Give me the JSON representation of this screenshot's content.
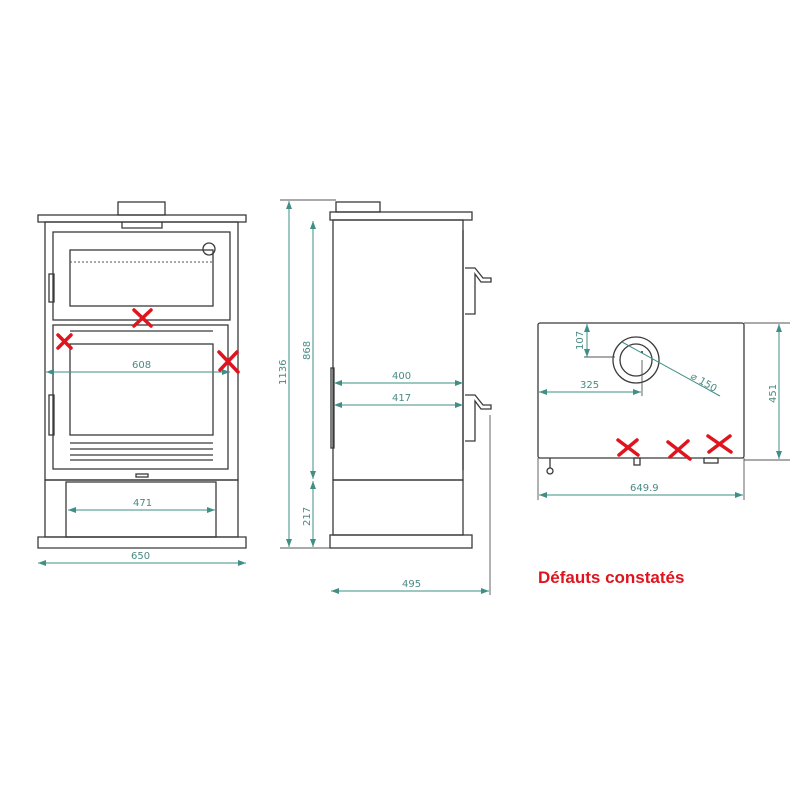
{
  "title": "Défauts constatés",
  "front_view": {
    "dims": {
      "inner_width": "608",
      "base_opening": "471",
      "overall_width": "650"
    }
  },
  "side_view": {
    "dims": {
      "total_height": "1136",
      "body_height": "868",
      "base_height": "217",
      "depth_a": "400",
      "depth_b": "417",
      "overall_depth": "495"
    }
  },
  "top_view": {
    "dims": {
      "flue_offset_y": "107",
      "flue_offset_x": "325",
      "flue_diameter": "⌀ 150",
      "depth": "451",
      "width": "649.9"
    }
  },
  "colors": {
    "defect_mark": "#e0141e",
    "dimension": "#3f8f86"
  }
}
